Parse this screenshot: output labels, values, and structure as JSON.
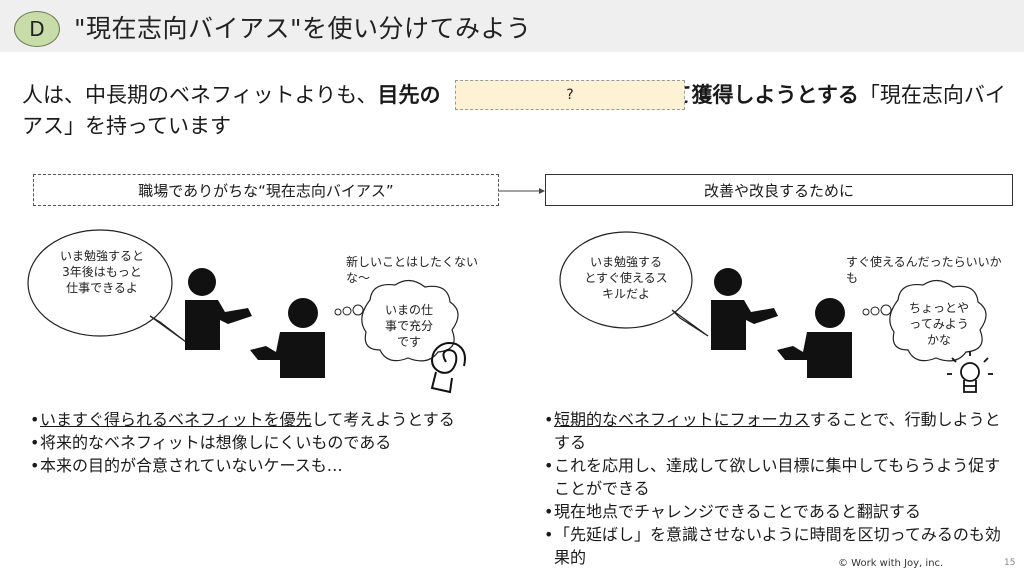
{
  "header": {
    "badge": "D",
    "title": "\"現在志向バイアス\"を使い分けてみよう"
  },
  "lead": {
    "part1": "人は、中長期のベネフィットよりも、",
    "part2": "目先の",
    "part3": "て獲得しようとする",
    "part4": "「現在志向バイアス」を持っています",
    "quiz": "?"
  },
  "left_panel": {
    "heading": "職場でありがちな“現在志向バイアス”",
    "speech": "いま勉強すると3年後はもっと仕事できるよ",
    "reply": "新しいことはしたくないな～",
    "thought": "いまの仕事で充分です",
    "bullets": [
      {
        "underlined": "いますぐ得られるベネフィットを優先",
        "rest": "して考えようとする"
      },
      {
        "underlined": "",
        "rest": "将来的なベネフィットは想像しにくいものである"
      },
      {
        "underlined": "",
        "rest": "本来の目的が合意されていないケースも…"
      }
    ]
  },
  "right_panel": {
    "heading": "改善や改良するために",
    "speech": "いま勉強するとすぐ使えるスキルだよ",
    "reply": "すぐ使えるんだったらいいかも",
    "thought": "ちょっとやってみようかな",
    "bullets": [
      {
        "underlined": "短期的なベネフィットにフォーカス",
        "rest": "することで、行動しようとする"
      },
      {
        "underlined": "",
        "rest": "これを応用し、達成して欲しい目標に集中してもらうよう促すことができる"
      },
      {
        "underlined": "",
        "rest": "現在地点でチャレンジできることであると翻訳する"
      },
      {
        "underlined": "",
        "rest": "「先延ばし」を意識させないように時間を区切ってみるのも効果的"
      }
    ]
  },
  "footer": {
    "copyright": "© Work with Joy, inc.",
    "page_number": "15"
  },
  "icons": [
    "person-pointing-icon",
    "person-listening-icon",
    "spiral-icon",
    "lightbulb-icon"
  ],
  "colors": {
    "badge": "#c7dca8",
    "quiz_fill": "#fdf2d4",
    "header_bg": "#efefef"
  }
}
